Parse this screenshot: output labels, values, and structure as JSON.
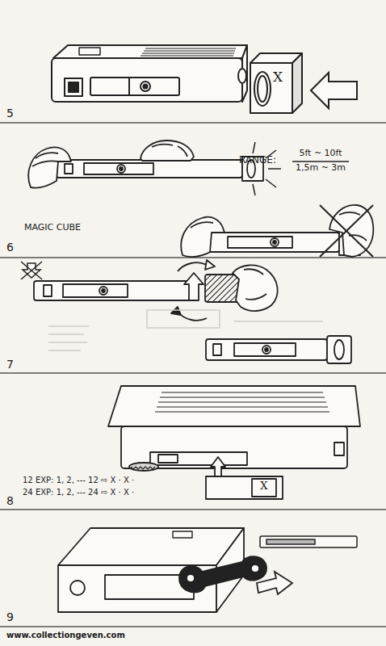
{
  "diagram": {
    "labels": [
      "5",
      "X",
      "6",
      "RANGE:",
      "5ft ~ 10ft",
      "1,5m ~ 3m",
      "MAGIC CUBE",
      "7",
      "8",
      "X",
      "12 EXP: 1, 2, --- 12 ⇨ X · X ·",
      "24 EXP: 1, 2, --- 24 ⇨ X · X ·",
      "9",
      "www.collectiongeven.com"
    ]
  }
}
